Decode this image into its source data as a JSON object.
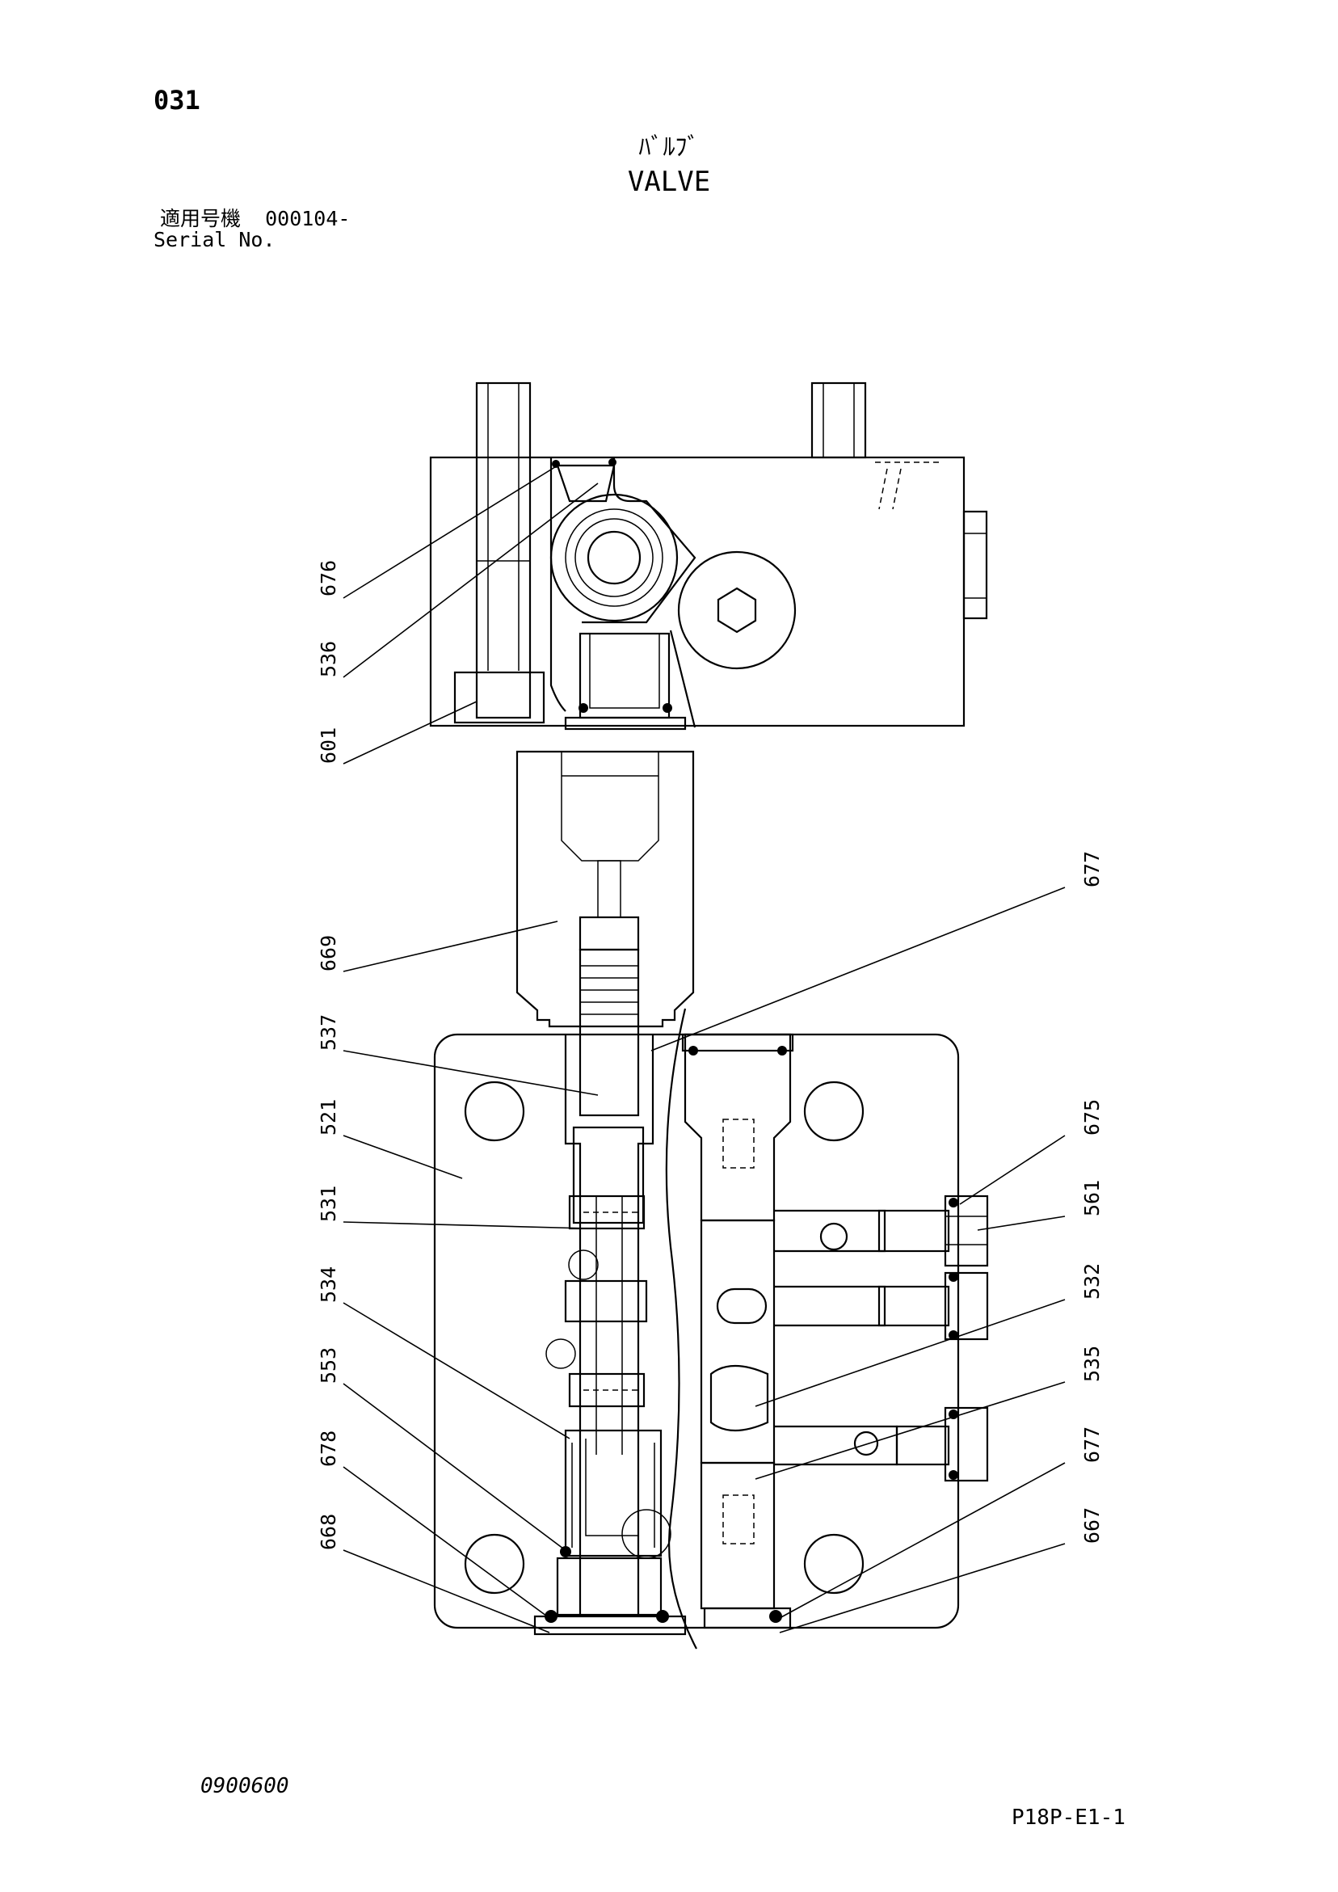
{
  "header": {
    "page_number": "031",
    "title_jp": "ﾊﾞﾙﾌﾞ",
    "title_en": "VALVE",
    "serial_label_jp": "適用号機  000104-",
    "serial_label_en": "Serial No."
  },
  "footer": {
    "doc_code": "0900600",
    "sheet_id": "P18P-E1-1"
  },
  "callouts": {
    "left": [
      "676",
      "536",
      "601",
      "669",
      "537",
      "521",
      "531",
      "534",
      "553",
      "678",
      "668"
    ],
    "right": [
      "677",
      "675",
      "561",
      "532",
      "535",
      "677",
      "667"
    ]
  }
}
